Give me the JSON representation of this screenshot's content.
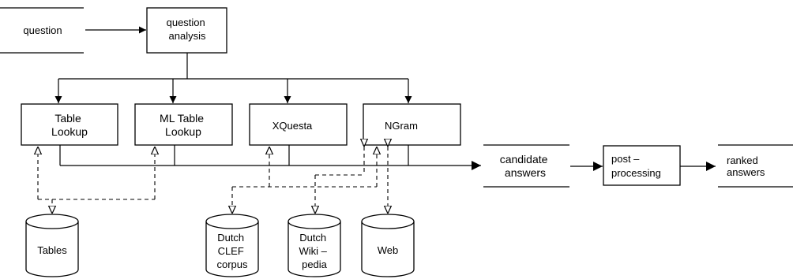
{
  "question": [
    "question"
  ],
  "question_analysis": [
    "question",
    "analysis"
  ],
  "table_lookup": [
    "Table",
    "Lookup"
  ],
  "ml_table_lookup": [
    "ML Table",
    "Lookup"
  ],
  "xquesta": [
    "XQuesta"
  ],
  "ngram": [
    "NGram"
  ],
  "candidate_answers": [
    "candidate",
    "answers"
  ],
  "post_processing": [
    "post –",
    "processing"
  ],
  "ranked_answers": [
    "ranked",
    "answers"
  ],
  "tables_db": [
    "Tables"
  ],
  "clef_db": [
    "Dutch",
    "CLEF",
    "corpus"
  ],
  "wiki_db": [
    "Dutch",
    "Wiki –",
    "pedia"
  ],
  "web_db": [
    "Web"
  ]
}
